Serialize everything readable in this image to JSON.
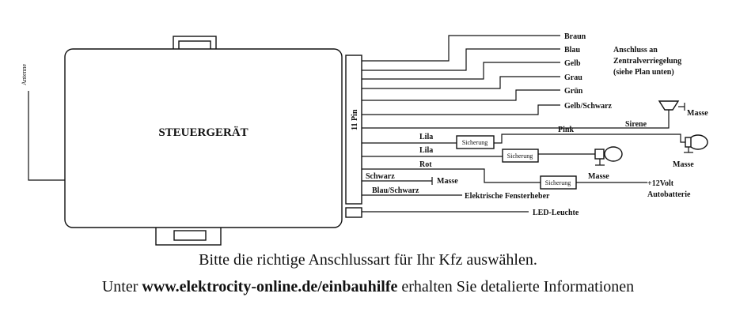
{
  "controller": {
    "title": "STEUERGERÄT",
    "antenna_label": "Antenne",
    "connector_label": "11 Pin"
  },
  "wires": {
    "braun": "Braun",
    "blau": "Blau",
    "gelb": "Gelb",
    "grau": "Grau",
    "gruen": "Grün",
    "gelb_schwarz": "Gelb/Schwarz",
    "lila_1": "Lila",
    "lila_2": "Lila",
    "rot": "Rot",
    "schwarz": "Schwarz",
    "blau_schwarz": "Blau/Schwarz",
    "pink": "Pink"
  },
  "note": {
    "line1": "Anschluss an",
    "line2": "Zentralverriegelung",
    "line3": "(siehe Plan unten)"
  },
  "components": {
    "sicherung_1": "Sicherung",
    "sicherung_2": "Sicherung",
    "sicherung_3": "Sicherung",
    "sirene": "Sirene",
    "masse_sirene": "Masse",
    "masse_lampe_right": "Masse",
    "masse_lampe_mid": "Masse",
    "masse_schwarz": "Masse",
    "plus12_line1": "+12Volt",
    "plus12_line2": "Autobatterie",
    "fensterheber": "Elektrische Fensterheber",
    "led": "LED-Leuchte"
  },
  "caption": {
    "line1": "Bitte die richtige Anschlussart für Ihr Kfz auswählen.",
    "line2_prefix": "Unter ",
    "line2_link": "www.elektrocity-online.de/einbauhilfe",
    "line2_suffix": " erhalten Sie detalierte Informationen"
  }
}
